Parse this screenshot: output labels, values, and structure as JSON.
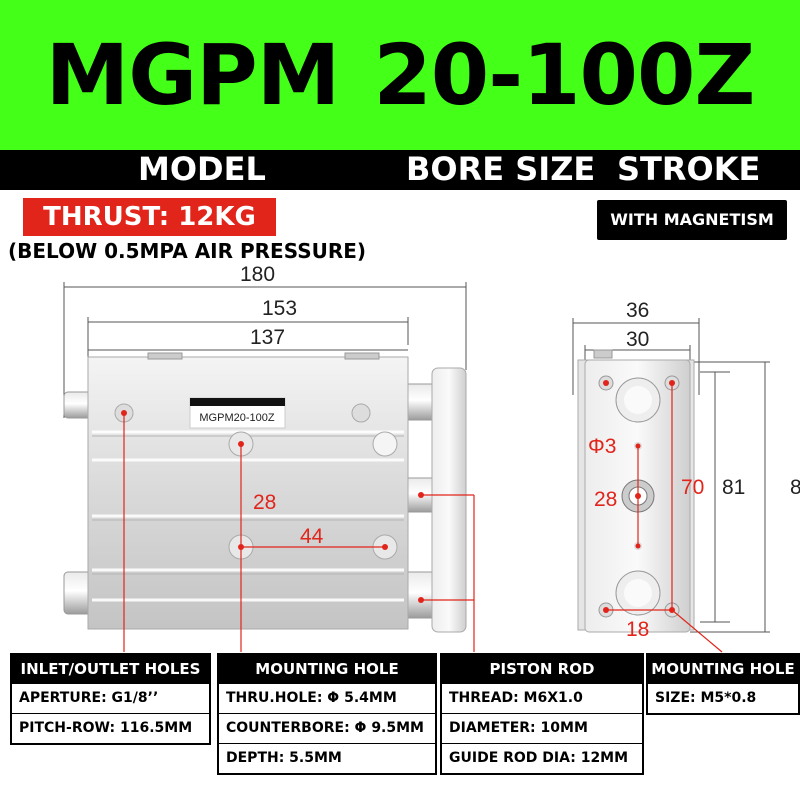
{
  "title": {
    "model": "MGPM",
    "size_stroke": "20-100Z"
  },
  "labels": {
    "model": "MODEL",
    "bore_size": "BORE SIZE",
    "stroke": "STROKE"
  },
  "thrust": "THRUST: 12KG",
  "pressure_note": "(BELOW 0.5MPA AIR PRESSURE)",
  "magnetism": "WITH MAGNETISM",
  "product_label": "MGPM20-100Z",
  "dimensions": {
    "overall_length": "180",
    "body_with_plate": "153",
    "body_length": "137",
    "hole_v_spacing": "28",
    "hole_h_spacing": "44",
    "end_width": "36",
    "end_inner_width": "30",
    "hole_dia": "Φ3",
    "end_center": "28",
    "end_pitch": "70",
    "end_height_inner": "81",
    "end_height_outer": "8",
    "end_bottom": "18"
  },
  "specs": {
    "inlet": {
      "header": "INLET/OUTLET HOLES",
      "rows": [
        "APERTURE: G1/8’’",
        "PITCH-ROW: 116.5MM"
      ]
    },
    "mounting": {
      "header": "MOUNTING HOLE",
      "rows": [
        "THRU.HOLE: Φ 5.4MM",
        "COUNTERBORE: Φ 9.5MM",
        "DEPTH: 5.5MM"
      ]
    },
    "piston": {
      "header": "PISTON ROD",
      "rows": [
        "THREAD: M6X1.0",
        "DIAMETER: 10MM",
        "GUIDE ROD DIA: 12MM"
      ]
    },
    "mount_side": {
      "header": "MOUNTING HOLE",
      "rows": [
        "SIZE: M5*0.8"
      ]
    }
  },
  "colors": {
    "banner": "#44ff17",
    "accent_red": "#e1251b"
  }
}
